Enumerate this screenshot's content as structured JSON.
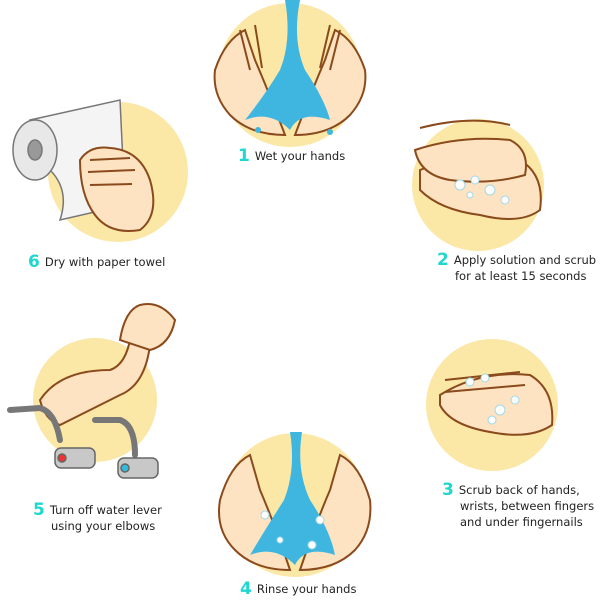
{
  "steps": [
    {
      "number": "1",
      "text": [
        "Wet your hands"
      ]
    },
    {
      "number": "2",
      "text": [
        "Apply solution and scrub",
        "for at least  15 seconds"
      ]
    },
    {
      "number": "3",
      "text": [
        "Scrub back of hands,",
        "wrists, between fingers",
        "and under fingernails"
      ]
    },
    {
      "number": "4",
      "text": [
        "Rinse your hands"
      ]
    },
    {
      "number": "5",
      "text": [
        "Turn off water lever",
        "using your elbows"
      ]
    },
    {
      "number": "6",
      "text": [
        "Dry with paper towel"
      ]
    }
  ],
  "colors": {
    "circle": "#fbe7a6",
    "skin": "#fde3c2",
    "outline": "#8a4a1c",
    "water": "#3fb6e0",
    "number": "#1fd6d0"
  }
}
